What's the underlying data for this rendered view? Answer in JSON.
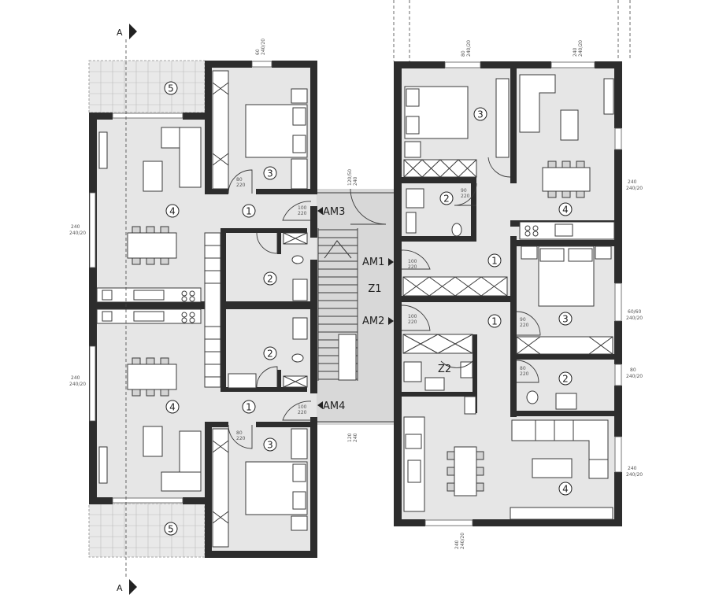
{
  "section_markers": {
    "top": "A",
    "bottom": "A"
  },
  "entrance_labels": {
    "am1": "AM1",
    "am2": "AM2",
    "am3": "AM3",
    "am4": "AM4"
  },
  "space_labels": {
    "z1": "Z1",
    "z2": "Z2"
  },
  "room_numbers": {
    "bal_top": "5",
    "bed_tl": "3",
    "living_tl": "4",
    "hall_tl": "1",
    "bath_tl": "2",
    "bath_bl": "2",
    "living_bl": "4",
    "hall_bl": "1",
    "bed_bl": "3",
    "bal_bot": "5",
    "bed_tr": "3",
    "bath_tr": "2",
    "living_tr": "4",
    "hall_tr": "1",
    "hall_br": "1",
    "bed_mr": "3",
    "bath_mr": "2",
    "living_br": "4"
  },
  "dimensions": {
    "win_top_l": "60",
    "win_top_l2": "240/20",
    "win_side_l": "240",
    "win_side_l2": "240/20",
    "win_side_l3": "240",
    "win_side_l4": "240/20",
    "door_top_tr": "80",
    "door_top_tr2": "240/20",
    "win_top_r": "240",
    "win_top_r2": "240/20",
    "win_side_r": "240",
    "win_side_r2": "240/20",
    "win_side_r3": "60/60",
    "win_side_r4": "240/20",
    "win_side_r5": "80",
    "win_side_r6": "240/20",
    "win_side_r7": "240",
    "win_side_r8": "240/20",
    "win_bot_r": "240",
    "win_bot_r2": "240/20",
    "stair_top": "120/50",
    "stair_top2": "240",
    "stair_bot": "120",
    "stair_bot2": "240"
  },
  "door_dims": {
    "d1": "100",
    "d1b": "220",
    "d2": "100",
    "d2b": "220",
    "d3": "100",
    "d3b": "220",
    "d4": "100",
    "d4b": "220",
    "d5": "80",
    "d5b": "220",
    "d6": "80",
    "d6b": "220",
    "d7": "90",
    "d7b": "220",
    "d8": "90",
    "d8b": "220",
    "d9": "80",
    "d9b": "220"
  }
}
